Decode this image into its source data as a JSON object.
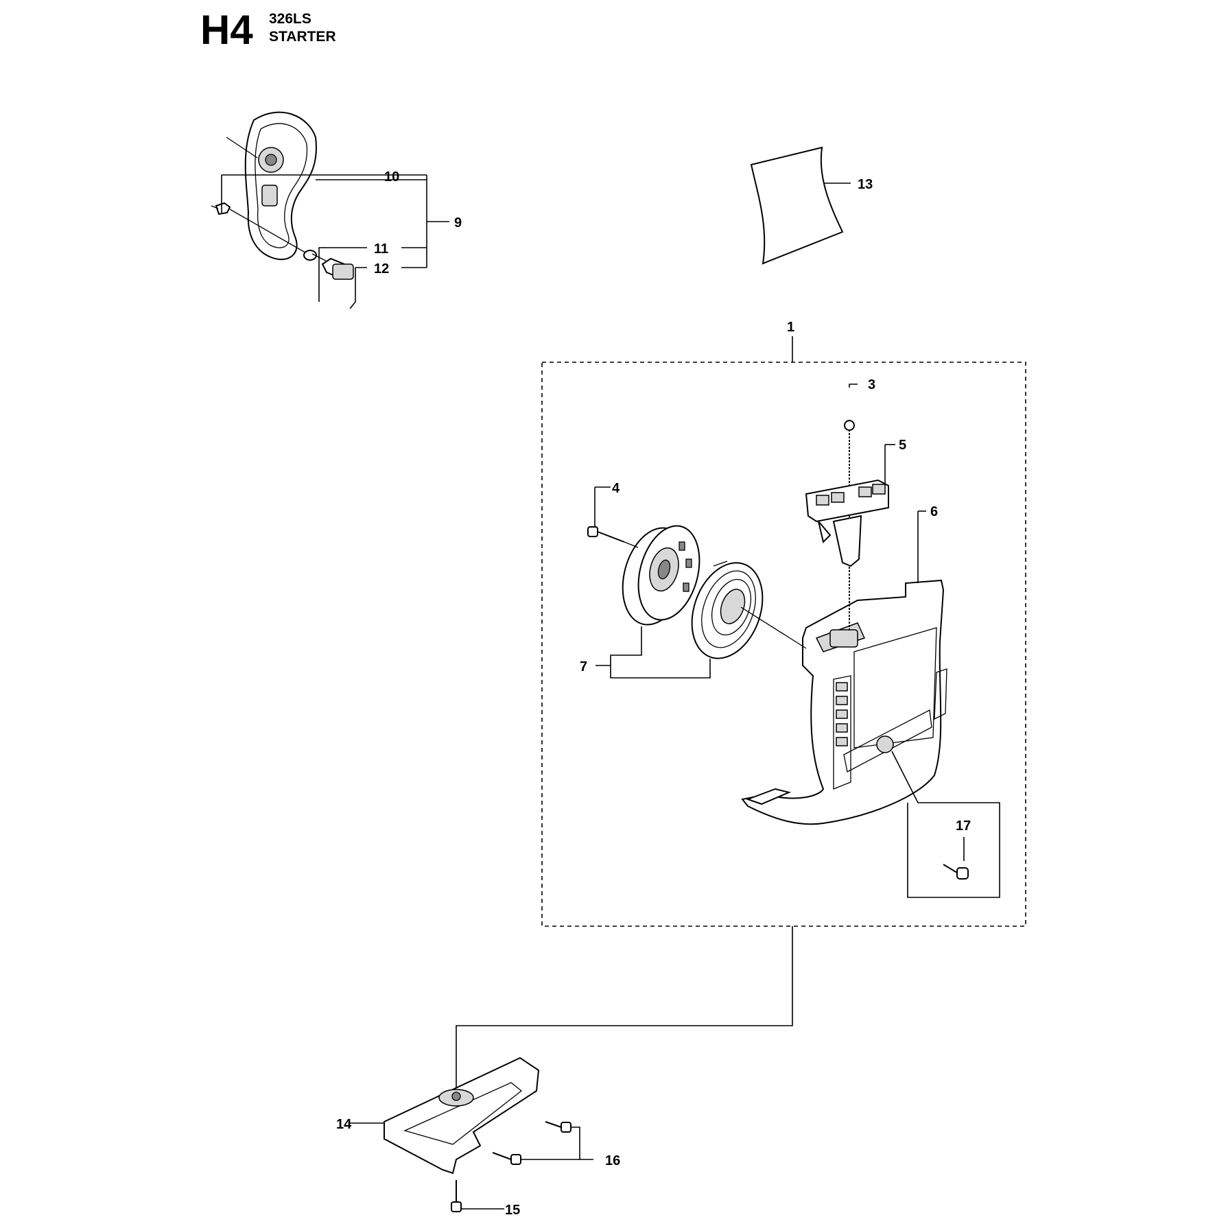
{
  "header": {
    "section_code": "H4",
    "model": "326LS",
    "title": "STARTER"
  },
  "callouts": {
    "p1": "1",
    "p3": "3",
    "p4": "4",
    "p5": "5",
    "p6": "6",
    "p7": "7",
    "p9": "9",
    "p10": "10",
    "p11": "11",
    "p12": "12",
    "p13": "13",
    "p14": "14",
    "p15": "15",
    "p16": "16",
    "p17": "17"
  }
}
